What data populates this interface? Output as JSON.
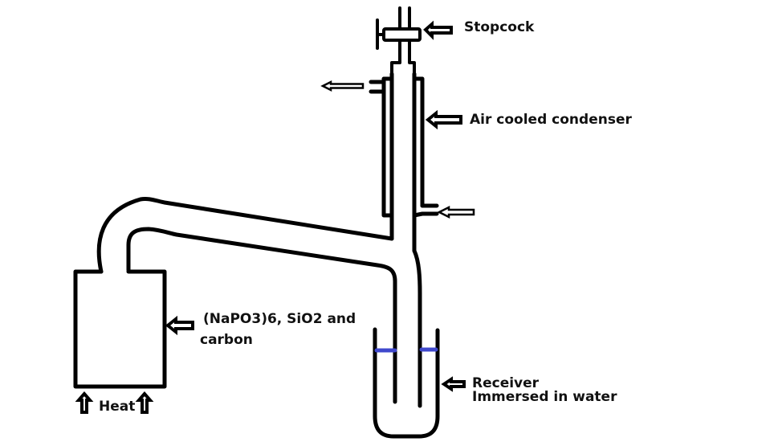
{
  "labels": {
    "stopcock": "Stopcock",
    "condenser": "Air cooled condenser",
    "reactants_line1": "(NaPO3)6, SiO2 and",
    "reactants_line2": "carbon",
    "heat": "Heat",
    "receiver_line1": "Receiver",
    "receiver_line2": "Immersed in water"
  },
  "icons": {
    "label_pointer": "left-arrow-outline",
    "heat_pointer": "up-arrow-outline",
    "coolant_flow": "left-arrow-outline-small"
  },
  "colors": {
    "line": "#000000",
    "water_level": "#3f48cc",
    "background": "#ffffff"
  }
}
